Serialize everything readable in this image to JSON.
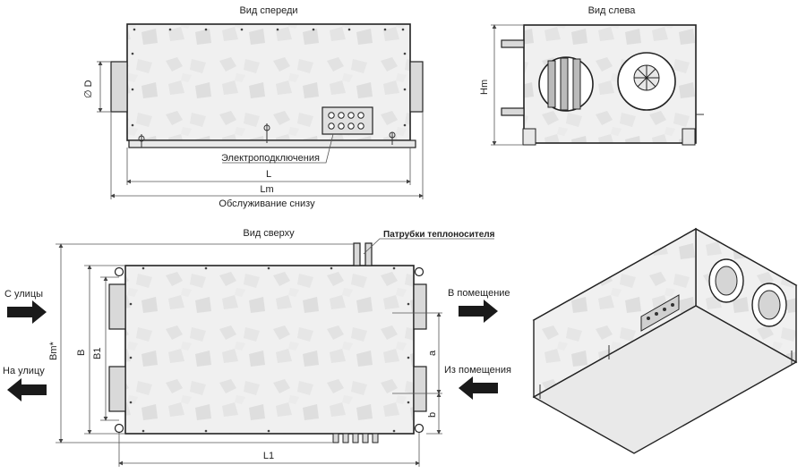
{
  "views": {
    "front": {
      "title": "Вид спереди",
      "dim_diameter": "∅ D",
      "dim_length": "L",
      "dim_length_total": "Lm",
      "electrical_label": "Электроподключения",
      "service_note": "Обслуживание снизу"
    },
    "left": {
      "title": "Вид слева",
      "dim_height": "Hm"
    },
    "top": {
      "title": "Вид сверху",
      "coolant_label": "Патрубки теплоносителя",
      "dim_width_total": "Bm*",
      "dim_width": "B",
      "dim_width_inner": "B1",
      "dim_length_inner": "L1",
      "dim_a": "a",
      "dim_b": "b"
    }
  },
  "flows": {
    "from_street": "С улицы",
    "to_street": "На улицу",
    "to_room": "В помещение",
    "from_room": "Из помещения"
  },
  "colors": {
    "outline": "#222222",
    "panel": "#ececec",
    "arrow": "#1a1a1a"
  }
}
